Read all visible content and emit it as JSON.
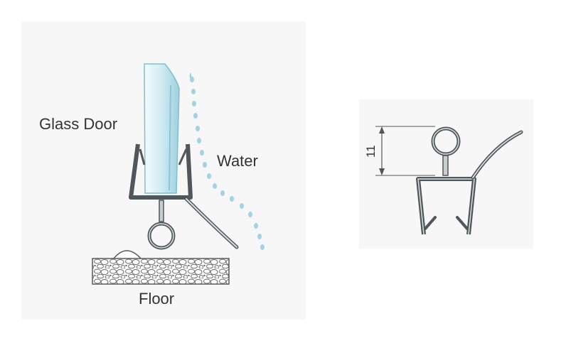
{
  "labels": {
    "glass_door": "Glass Door",
    "water": "Water",
    "floor": "Floor",
    "dimension": "11"
  },
  "colors": {
    "background_panel": "#f6f6f6",
    "seal_fill": "#c9cfcf",
    "seal_stroke": "#4e5456",
    "glass_light": "#eef8fb",
    "glass_dark": "#a9d6e2",
    "water_drop": "#9fd2e2",
    "text": "#333333"
  }
}
